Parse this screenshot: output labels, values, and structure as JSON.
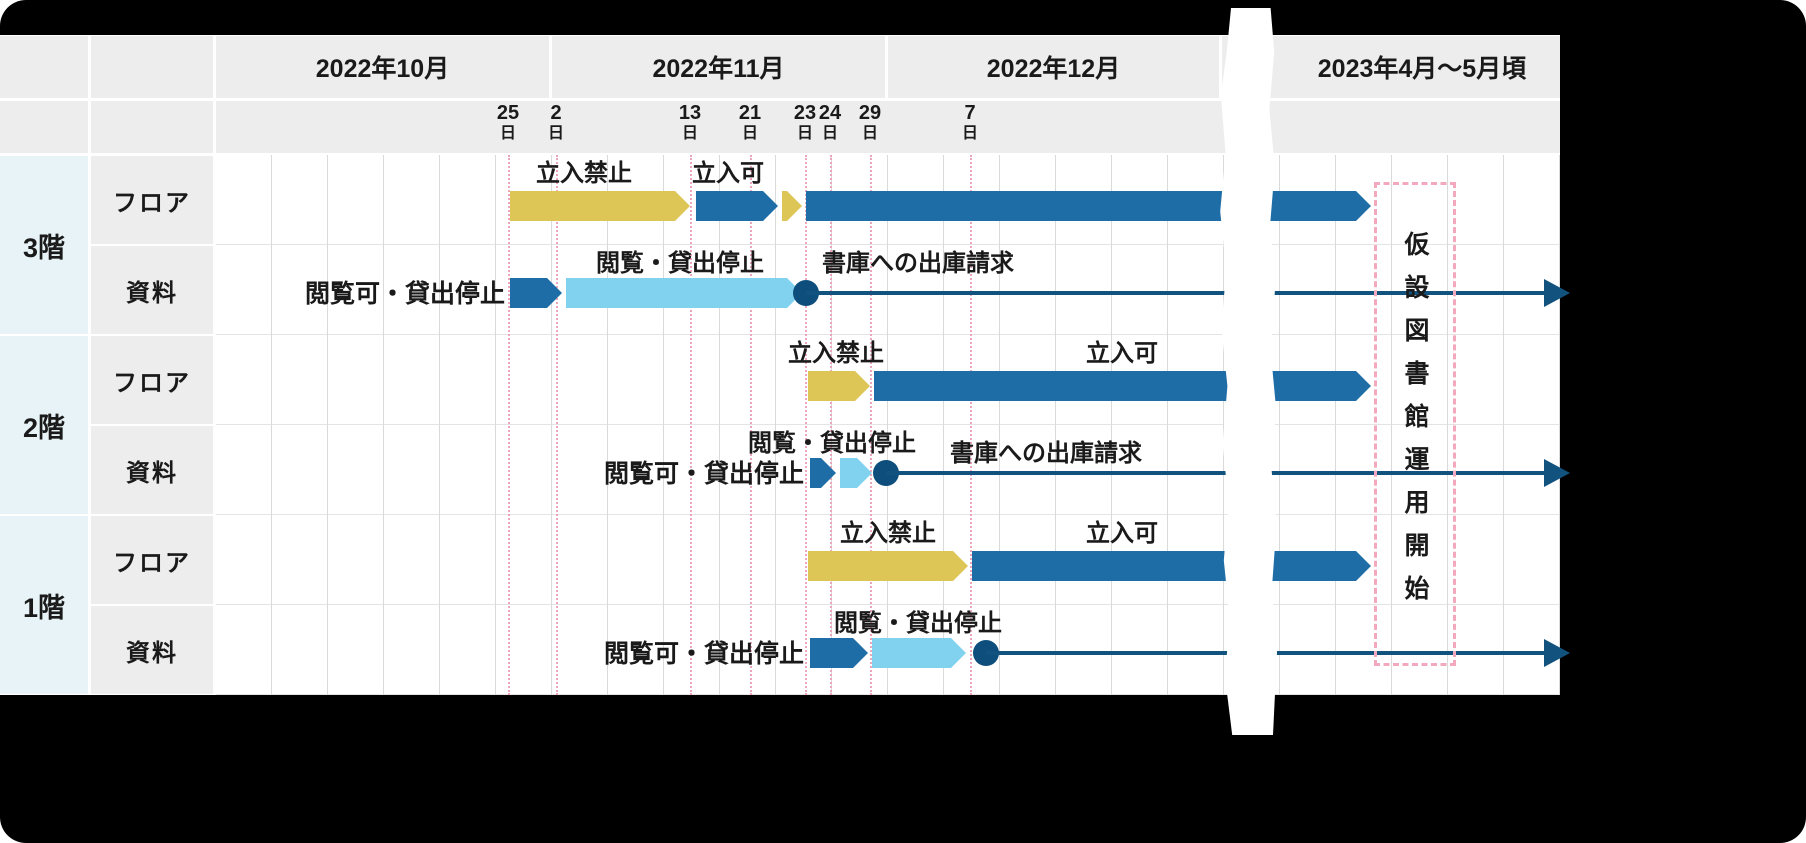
{
  "months": [
    "2022年10月",
    "2022年11月",
    "2022年12月",
    "2023年4月〜5月頃"
  ],
  "dates": [
    "25",
    "2",
    "13",
    "21",
    "23",
    "24",
    "29",
    "7"
  ],
  "date_suffix": "日",
  "floors": [
    "3階",
    "2階",
    "1階"
  ],
  "row_types": {
    "floor": "フロア",
    "material": "資料"
  },
  "labels": {
    "no_entry": "立入禁止",
    "entry_allowed": "立入可",
    "viewing_ok_lending_stopped": "閲覧可・貸出停止",
    "viewing_lending_stopped": "閲覧・貸出停止",
    "stack_retrieval_request": "書庫への出庫請求",
    "temporary_library_start": "仮設図書館運用開始"
  },
  "colors": {
    "bar_blue": "#1e6da7",
    "bar_yellow": "#ddc556",
    "bar_cyan": "#80d2ef",
    "milestone_navy": "#0d4e7c",
    "date_gridline_pink": "#eba6bc",
    "highlight_box_pink": "#f2a8bd"
  }
}
